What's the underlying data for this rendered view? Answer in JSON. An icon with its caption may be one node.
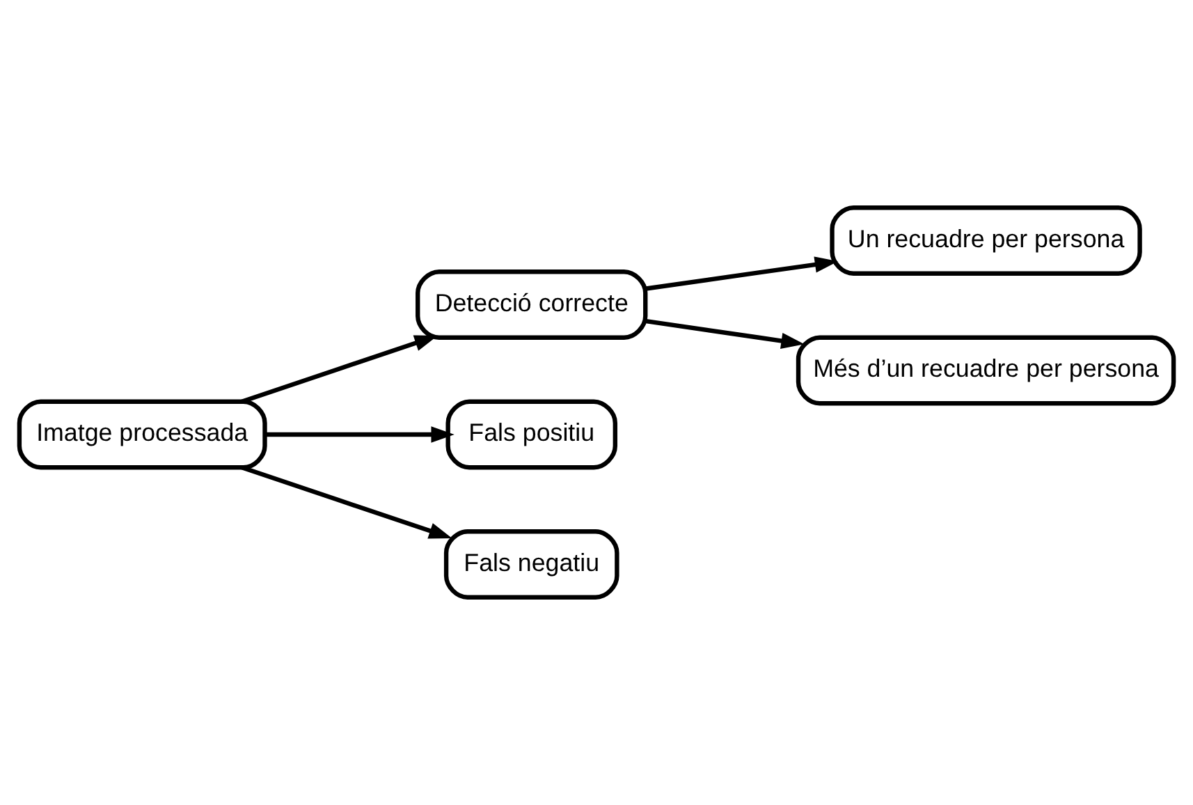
{
  "diagram": {
    "nodes": [
      {
        "text": [
          "Imatge processada"
        ]
      },
      {
        "text": [
          "Detecció correcte"
        ]
      },
      {
        "text": [
          "Fals positiu"
        ]
      },
      {
        "text": [
          "Fals negatiu"
        ]
      },
      {
        "text": [
          "Un recuadre per persona"
        ]
      },
      {
        "text": [
          "Més d’un recuadre per persona"
        ]
      }
    ],
    "edges": [
      {
        "from": 0,
        "to": 1,
        "arrow": "to"
      },
      {
        "from": 0,
        "to": 2,
        "arrow": "to"
      },
      {
        "from": 0,
        "to": 3,
        "arrow": "to"
      },
      {
        "from": 1,
        "to": 4,
        "arrow": "to"
      },
      {
        "from": 1,
        "to": 5,
        "arrow": "to"
      }
    ]
  }
}
